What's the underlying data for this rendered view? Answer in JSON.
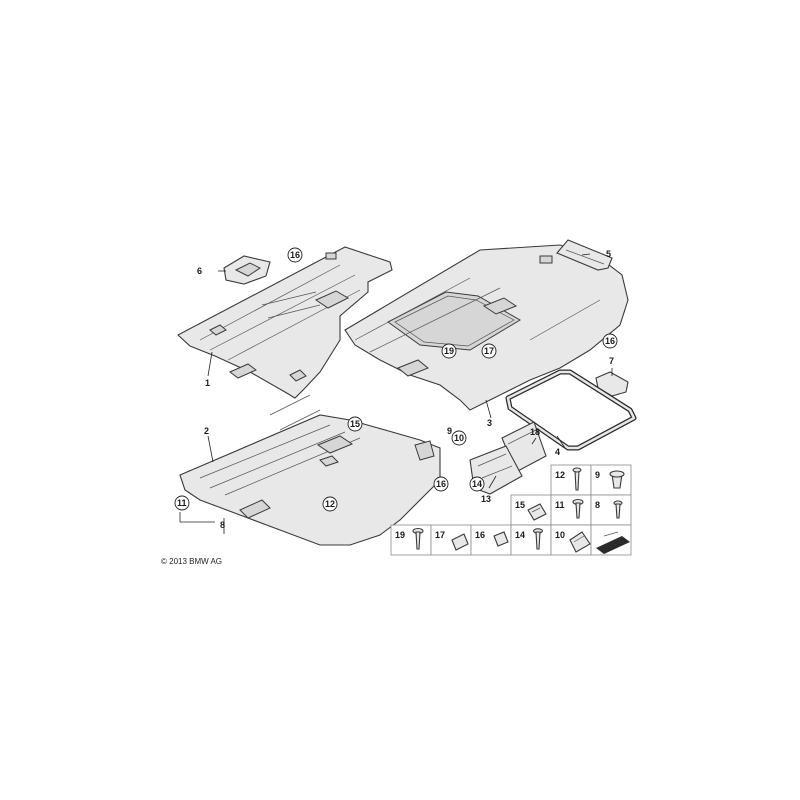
{
  "copyright": "© 2013 BMW AG",
  "callouts": {
    "c1": "1",
    "c2": "2",
    "c3": "3",
    "c4": "4",
    "c5": "5",
    "c6": "6",
    "c7": "7",
    "c8": "8",
    "c9": "9",
    "c10": "10",
    "c11": "11",
    "c12": "12",
    "c13": "13",
    "c14": "14",
    "c15": "15",
    "c16a": "16",
    "c16b": "16",
    "c16c": "16",
    "c17": "17",
    "c18": "18",
    "c19": "19"
  },
  "parts_table": {
    "r1": [
      "12",
      "9"
    ],
    "r2": [
      "15",
      "11",
      "8"
    ],
    "r3": [
      "19",
      "17",
      "16",
      "14",
      "10"
    ]
  }
}
